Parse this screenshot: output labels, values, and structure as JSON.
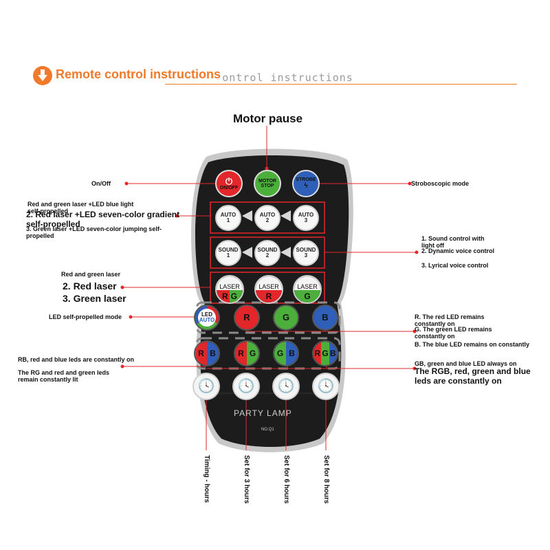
{
  "header": {
    "title": "Remote control instructions",
    "ghost_title": "Remote control instructions",
    "icon": "download-arrow-icon"
  },
  "motor_title": "Motor pause",
  "remote": {
    "top_buttons": [
      {
        "name": "on-off-button",
        "label": "ON/OFF",
        "color": "#e3262a",
        "icon": "power-icon"
      },
      {
        "name": "motor-stop-button",
        "label": "MOTOR STOP",
        "color": "#4caf3c"
      },
      {
        "name": "strobe-button",
        "label": "STROBE",
        "color": "#2f5fb8",
        "icon": "lightning-icon"
      }
    ],
    "auto_buttons": [
      {
        "label": "AUTO",
        "num": "1"
      },
      {
        "label": "AUTO",
        "num": "2"
      },
      {
        "label": "AUTO",
        "num": "3"
      }
    ],
    "sound_buttons": [
      {
        "label": "SOUND",
        "num": "1"
      },
      {
        "label": "SOUND",
        "num": "2"
      },
      {
        "label": "SOUND",
        "num": "3"
      }
    ],
    "laser_buttons": [
      {
        "label": "LASER",
        "colors": [
          "R",
          "G"
        ]
      },
      {
        "label": "LASER",
        "colors": [
          "R"
        ]
      },
      {
        "label": "LASER",
        "colors": [
          "G"
        ]
      }
    ],
    "led_auto": {
      "line1": "LED",
      "line2": "AUTO"
    },
    "color_buttons": [
      "R",
      "G",
      "B"
    ],
    "combo_buttons": [
      {
        "letters": [
          "R",
          "B"
        ]
      },
      {
        "letters": [
          "R",
          "G"
        ]
      },
      {
        "letters": [
          "G",
          "B"
        ]
      },
      {
        "letters": [
          "R",
          "G",
          "B"
        ]
      }
    ],
    "brand": "PARTY LAMP",
    "model": "NO.Q1",
    "colors": {
      "red": "#e3262a",
      "green": "#4caf3c",
      "blue": "#2f5fb8",
      "body": "#1c1c1c",
      "frame": "#d4d4d4"
    }
  },
  "labels": {
    "on_off": "On/Off",
    "strobe": "Stroboscopic mode",
    "auto1": "Red and green laser +LED blue light self-propelled",
    "auto2": "2. Red laser +LED seven-color gradient self-propelled",
    "auto3": "3. Green laser +LED seven-color jumping self-propelled",
    "sound1": "1. Sound control with light off",
    "sound2": "2. Dynamic voice control",
    "sound3": "3. Lyrical voice control",
    "laser1": "Red and green laser",
    "laser2": "2. Red laser",
    "laser3": "3. Green laser",
    "led_auto": "LED self-propelled mode",
    "led_r": "R. The red LED remains constantly on",
    "led_g": "G. The green LED remains constantly on",
    "led_b": "B. The blue LED remains on constantly",
    "rb": "RB, red and blue leds are constantly on",
    "rg": "The RG and red and green leds remain constantly lit",
    "gb": "GB, green and blue LED always on",
    "rgb": "The RGB, red, green and blue leds are constantly on",
    "timers": [
      "Timing - hours",
      "Set for 3 hours",
      "Set for 6 hours",
      "Set for 8 hours"
    ]
  }
}
